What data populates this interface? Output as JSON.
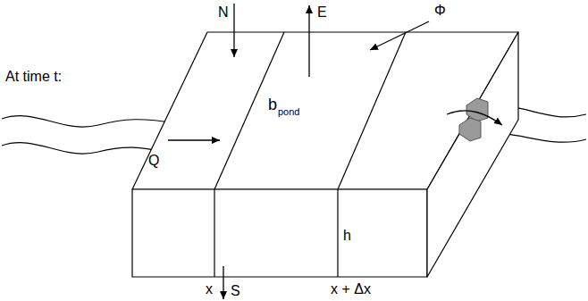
{
  "diagram": {
    "labels": [
      "At time t:",
      "N",
      "E",
      "Φ",
      "Q",
      "b",
      "pond",
      "h",
      "x",
      "x + Δx",
      "S"
    ]
  }
}
